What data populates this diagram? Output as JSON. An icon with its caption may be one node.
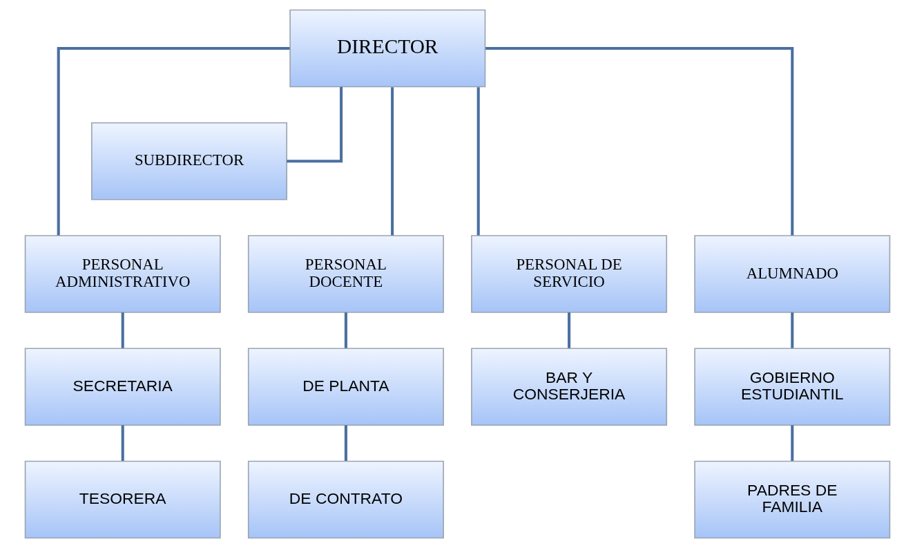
{
  "diagram": {
    "nodes": [
      {
        "text": [
          "DIRECTOR"
        ]
      },
      {
        "text": [
          "SUBDIRECTOR"
        ]
      },
      {
        "text": [
          "PERSONAL ADMINISTRATIVO"
        ]
      },
      {
        "text": [
          "PERSONAL DOCENTE"
        ]
      },
      {
        "text": [
          "PERSONAL DE SERVICIO"
        ]
      },
      {
        "text": [
          "ALUMNADO"
        ]
      },
      {
        "text": [
          "SECRETARIA"
        ]
      },
      {
        "text": [
          "DE PLANTA"
        ]
      },
      {
        "text": [
          "BAR Y CONSERJERIA"
        ]
      },
      {
        "text": [
          "GOBIERNO ESTUDIANTIL"
        ]
      },
      {
        "text": [
          "TESORERA"
        ]
      },
      {
        "text": [
          "DE CONTRATO"
        ]
      },
      {
        "text": [
          "PADRES DE FAMILIA"
        ]
      }
    ],
    "edges": [
      {
        "from": 0,
        "to": 1,
        "arrow": "none"
      },
      {
        "from": 0,
        "to": 2,
        "arrow": "none"
      },
      {
        "from": 0,
        "to": 3,
        "arrow": "none"
      },
      {
        "from": 0,
        "to": 4,
        "arrow": "none"
      },
      {
        "from": 0,
        "to": 5,
        "arrow": "none"
      },
      {
        "from": 2,
        "to": 6,
        "arrow": "none"
      },
      {
        "from": 3,
        "to": 7,
        "arrow": "none"
      },
      {
        "from": 4,
        "to": 8,
        "arrow": "none"
      },
      {
        "from": 5,
        "to": 9,
        "arrow": "none"
      },
      {
        "from": 6,
        "to": 10,
        "arrow": "none"
      },
      {
        "from": 7,
        "to": 11,
        "arrow": "none"
      },
      {
        "from": 9,
        "to": 12,
        "arrow": "none"
      }
    ]
  }
}
